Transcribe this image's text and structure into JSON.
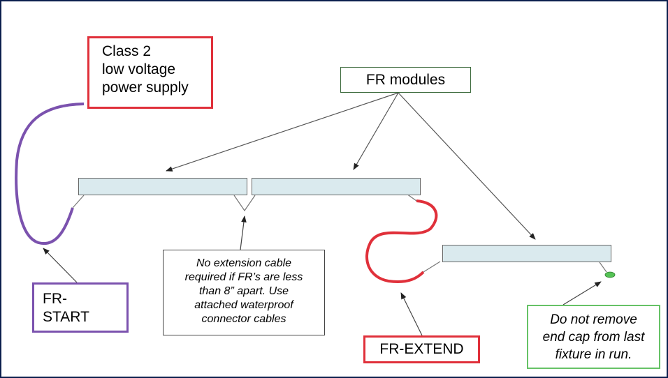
{
  "labels": {
    "power_supply": [
      "Class 2",
      "low voltage",
      "power supply"
    ],
    "modules": "FR modules",
    "start": [
      "FR-",
      "START"
    ],
    "extension_note": [
      "No extension cable",
      "required if FR’s are less",
      "than 8” apart.  Use",
      "attached waterproof",
      "connector cables"
    ],
    "extend": "FR-EXTEND",
    "end_cap_note": [
      "Do not remove",
      "end cap from last",
      "fixture in run."
    ]
  },
  "colors": {
    "frame": "#0b1f4d",
    "fixture_fill": "#daeaee",
    "red": "#e0303a",
    "purple": "#7b52ae",
    "green": "#66c266",
    "end_cap": "#55c255"
  }
}
